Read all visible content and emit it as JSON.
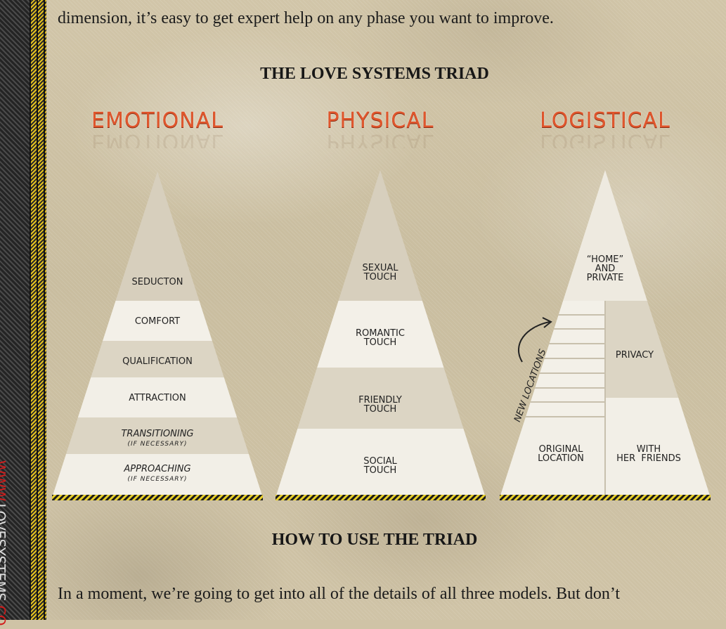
{
  "intro_text": "dimension, it’s easy to get expert help on any phase you want to improve.",
  "triad_heading": "THE LOVE SYSTEMS TRIAD",
  "pyramids": {
    "emotional": {
      "title": "EMOTIONAL",
      "levels": [
        "SEDUCTON",
        "COMFORT",
        "QUALIFICATION",
        "ATTRACTION",
        "TRANSITIONING",
        "APPROACHING"
      ],
      "note": "(IF NECESSARY)"
    },
    "physical": {
      "title": "PHYSICAL",
      "levels": [
        [
          "SEXUAL",
          "TOUCH"
        ],
        [
          "ROMANTIC",
          "TOUCH"
        ],
        [
          "FRIENDLY",
          "TOUCH"
        ],
        [
          "SOCIAL",
          "TOUCH"
        ]
      ]
    },
    "logistical": {
      "title": "LOGISTICAL",
      "top": [
        "“HOME”",
        "AND",
        "PRIVATE"
      ],
      "privacy": "PRIVACY",
      "new_locations": "NEW LOCATIONS",
      "original_location": [
        "ORIGINAL",
        "LOCATION"
      ],
      "with_her_friends": [
        "WITH",
        "HER  FRIENDS"
      ]
    }
  },
  "how_heading": "HOW TO USE THE TRIAD",
  "bottom_text": "In a moment, we’re going to get into all of the details of all three models.  But don’t",
  "sidebar": {
    "www": "WWW.",
    "brand": "LOVESYSTEMS",
    "suffix": ".CO"
  }
}
